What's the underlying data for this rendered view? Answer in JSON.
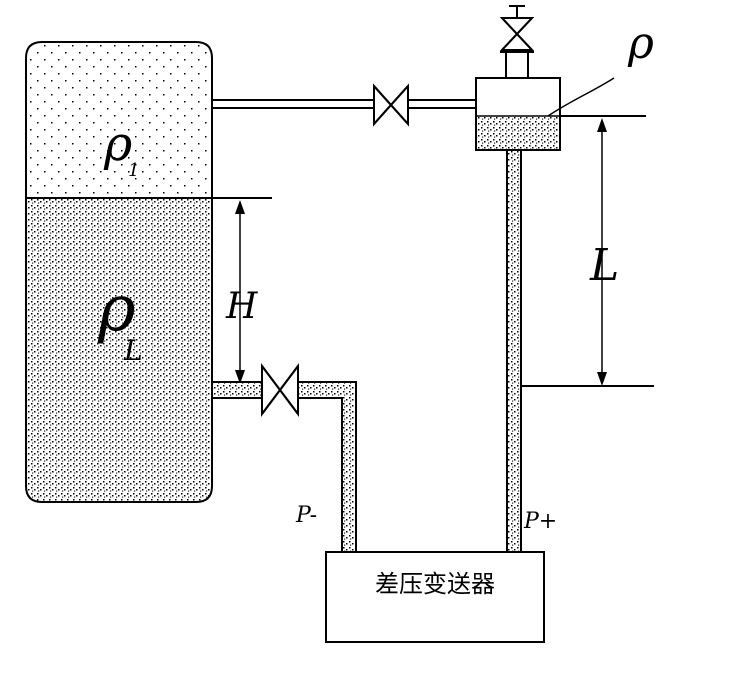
{
  "labels": {
    "gas_density": "ρ",
    "gas_density_sub": "1",
    "liquid_density": "ρ",
    "liquid_density_sub": "L",
    "seal_density": "ρ",
    "level_height": "H",
    "seal_height": "L",
    "low_pressure": "P-",
    "high_pressure": "P+",
    "transmitter": "差压变送器"
  },
  "colors": {
    "line": "#000000",
    "background": "#ffffff"
  }
}
